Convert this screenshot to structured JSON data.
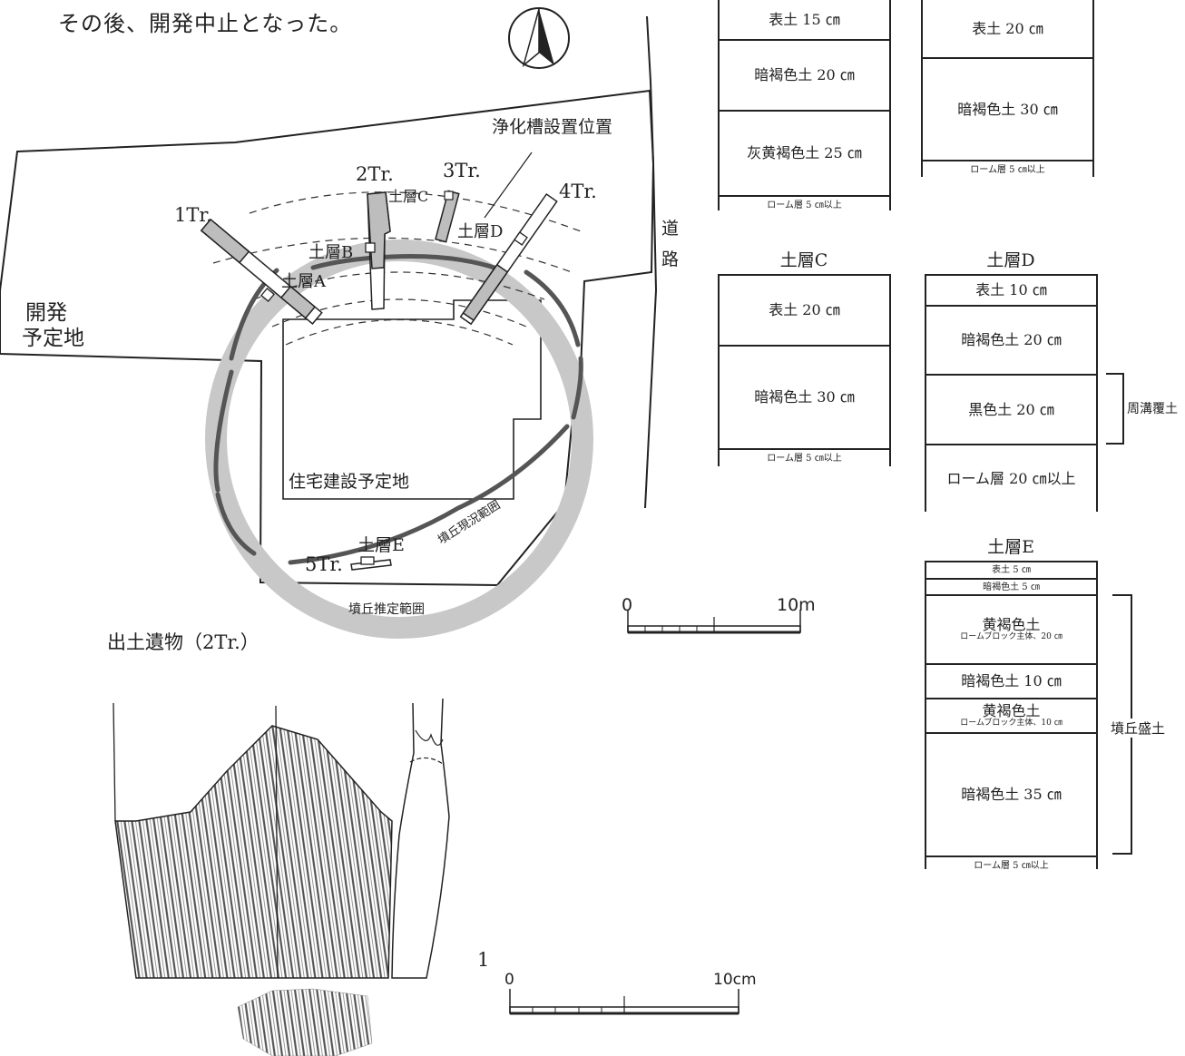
{
  "intro_text": "その後、開発中止となった。",
  "map": {
    "north_symbol": "north-arrow",
    "dev_site_line1": "開発",
    "dev_site_line2": "予定地",
    "road_line1": "道",
    "road_line2": "路",
    "housing_site": "住宅建設予定地",
    "septic_tank": "浄化槽設置位置",
    "mound_current": "墳丘現況範囲",
    "mound_estimated": "墳丘推定範囲",
    "trenches": [
      "1Tr.",
      "2Tr.",
      "3Tr.",
      "4Tr.",
      "5Tr."
    ],
    "layers": [
      "土層A",
      "土層B",
      "土層C",
      "土層D",
      "土層E"
    ],
    "scale_min": "0",
    "scale_max": "10m"
  },
  "artifacts": {
    "title": "出土遺物（2Tr.）",
    "item_number": "1",
    "scale_min": "0",
    "scale_max": "10cm"
  },
  "sections": {
    "A": {
      "cells": [
        "表土 15 ㎝",
        "暗褐色土 20 ㎝",
        "灰黄褐色土 25 ㎝",
        "ローム層 5 ㎝以上"
      ]
    },
    "B": {
      "cells": [
        "表土 20 ㎝",
        "暗褐色土 30 ㎝",
        "ローム層 5 ㎝以上"
      ]
    },
    "C": {
      "title": "土層C",
      "cells": [
        "表土 20 ㎝",
        "暗褐色土 30 ㎝",
        "ローム層 5 ㎝以上"
      ]
    },
    "D": {
      "title": "土層D",
      "cells": [
        "表土 10 ㎝",
        "暗褐色土 20 ㎝",
        "黒色土 20 ㎝",
        "ローム層 20 ㎝以上"
      ],
      "bracket": "周溝覆土"
    },
    "E": {
      "title": "土層E",
      "cells": [
        "表土 5 ㎝",
        "暗褐色土 5 ㎝",
        "黄褐色土",
        "暗褐色土 10 ㎝",
        "黄褐色土",
        "暗褐色土 35 ㎝",
        "ローム層 5 ㎝以上"
      ],
      "subs": [
        "ロームブロック主体、20 ㎝",
        "ロームブロック主体、10 ㎝"
      ],
      "bracket": "墳丘盛土"
    }
  },
  "colors": {
    "mound_estimated": "#c8c8c8",
    "mound_current": "#5a5a5a",
    "trench": "#bdbdbd"
  }
}
